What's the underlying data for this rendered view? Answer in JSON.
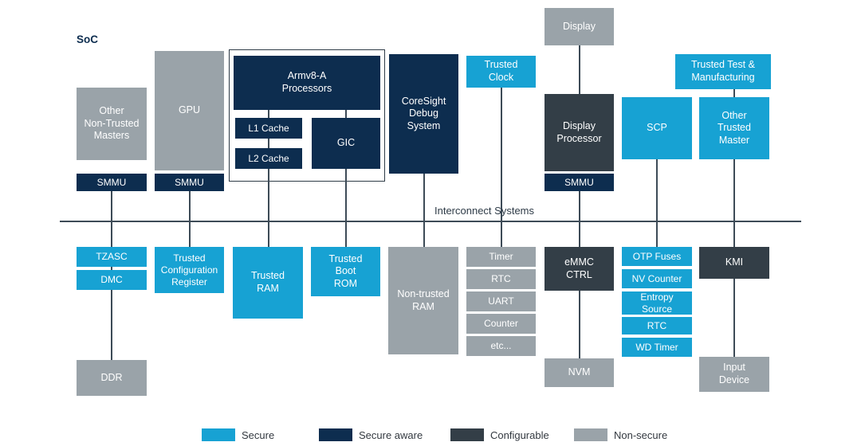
{
  "title": "SoC",
  "interconnect": {
    "label": "Interconnect Systems"
  },
  "colors": {
    "secure": "#17a2d3",
    "secure_aware": "#0d2d4f",
    "configurable": "#333e47",
    "non_secure": "#9aa3a9",
    "line": "#3d4b57"
  },
  "blocks": {
    "other_non_trusted_masters": "Other\nNon-Trusted\nMasters",
    "smmu_a": "SMMU",
    "gpu": "GPU",
    "smmu_b": "SMMU",
    "armv8_processors": "Armv8-A\nProcessors",
    "l1_cache": "L1 Cache",
    "l2_cache": "L2 Cache",
    "gic": "GIC",
    "coresight": "CoreSight\nDebug\nSystem",
    "trusted_clock": "Trusted\nClock",
    "display": "Display",
    "display_processor": "Display\nProcessor",
    "smmu_c": "SMMU",
    "scp": "SCP",
    "trusted_test_manufacturing": "Trusted Test &\nManufacturing",
    "other_trusted_master": "Other\nTrusted\nMaster",
    "tzasc": "TZASC",
    "dmc": "DMC",
    "ddr": "DDR",
    "trusted_config_register": "Trusted\nConfiguration\nRegister",
    "trusted_ram": "Trusted\nRAM",
    "trusted_boot_rom": "Trusted\nBoot\nROM",
    "non_trusted_ram": "Non-trusted\nRAM",
    "timer": "Timer",
    "rtc": "RTC",
    "uart": "UART",
    "counter": "Counter",
    "etc": "etc...",
    "emmc_ctrl": "eMMC\nCTRL",
    "nvm": "NVM",
    "otp_fuses": "OTP Fuses",
    "nv_counter": "NV Counter",
    "entropy_source": "Entropy\nSource",
    "otp_rtc": "RTC",
    "wd_timer": "WD Timer",
    "kmi": "KMI",
    "input_device": "Input\nDevice"
  },
  "legend": [
    {
      "label": "Secure",
      "type": "secure"
    },
    {
      "label": "Secure aware",
      "type": "secure-aware"
    },
    {
      "label": "Configurable",
      "type": "configurable"
    },
    {
      "label": "Non-secure",
      "type": "non-secure"
    }
  ]
}
